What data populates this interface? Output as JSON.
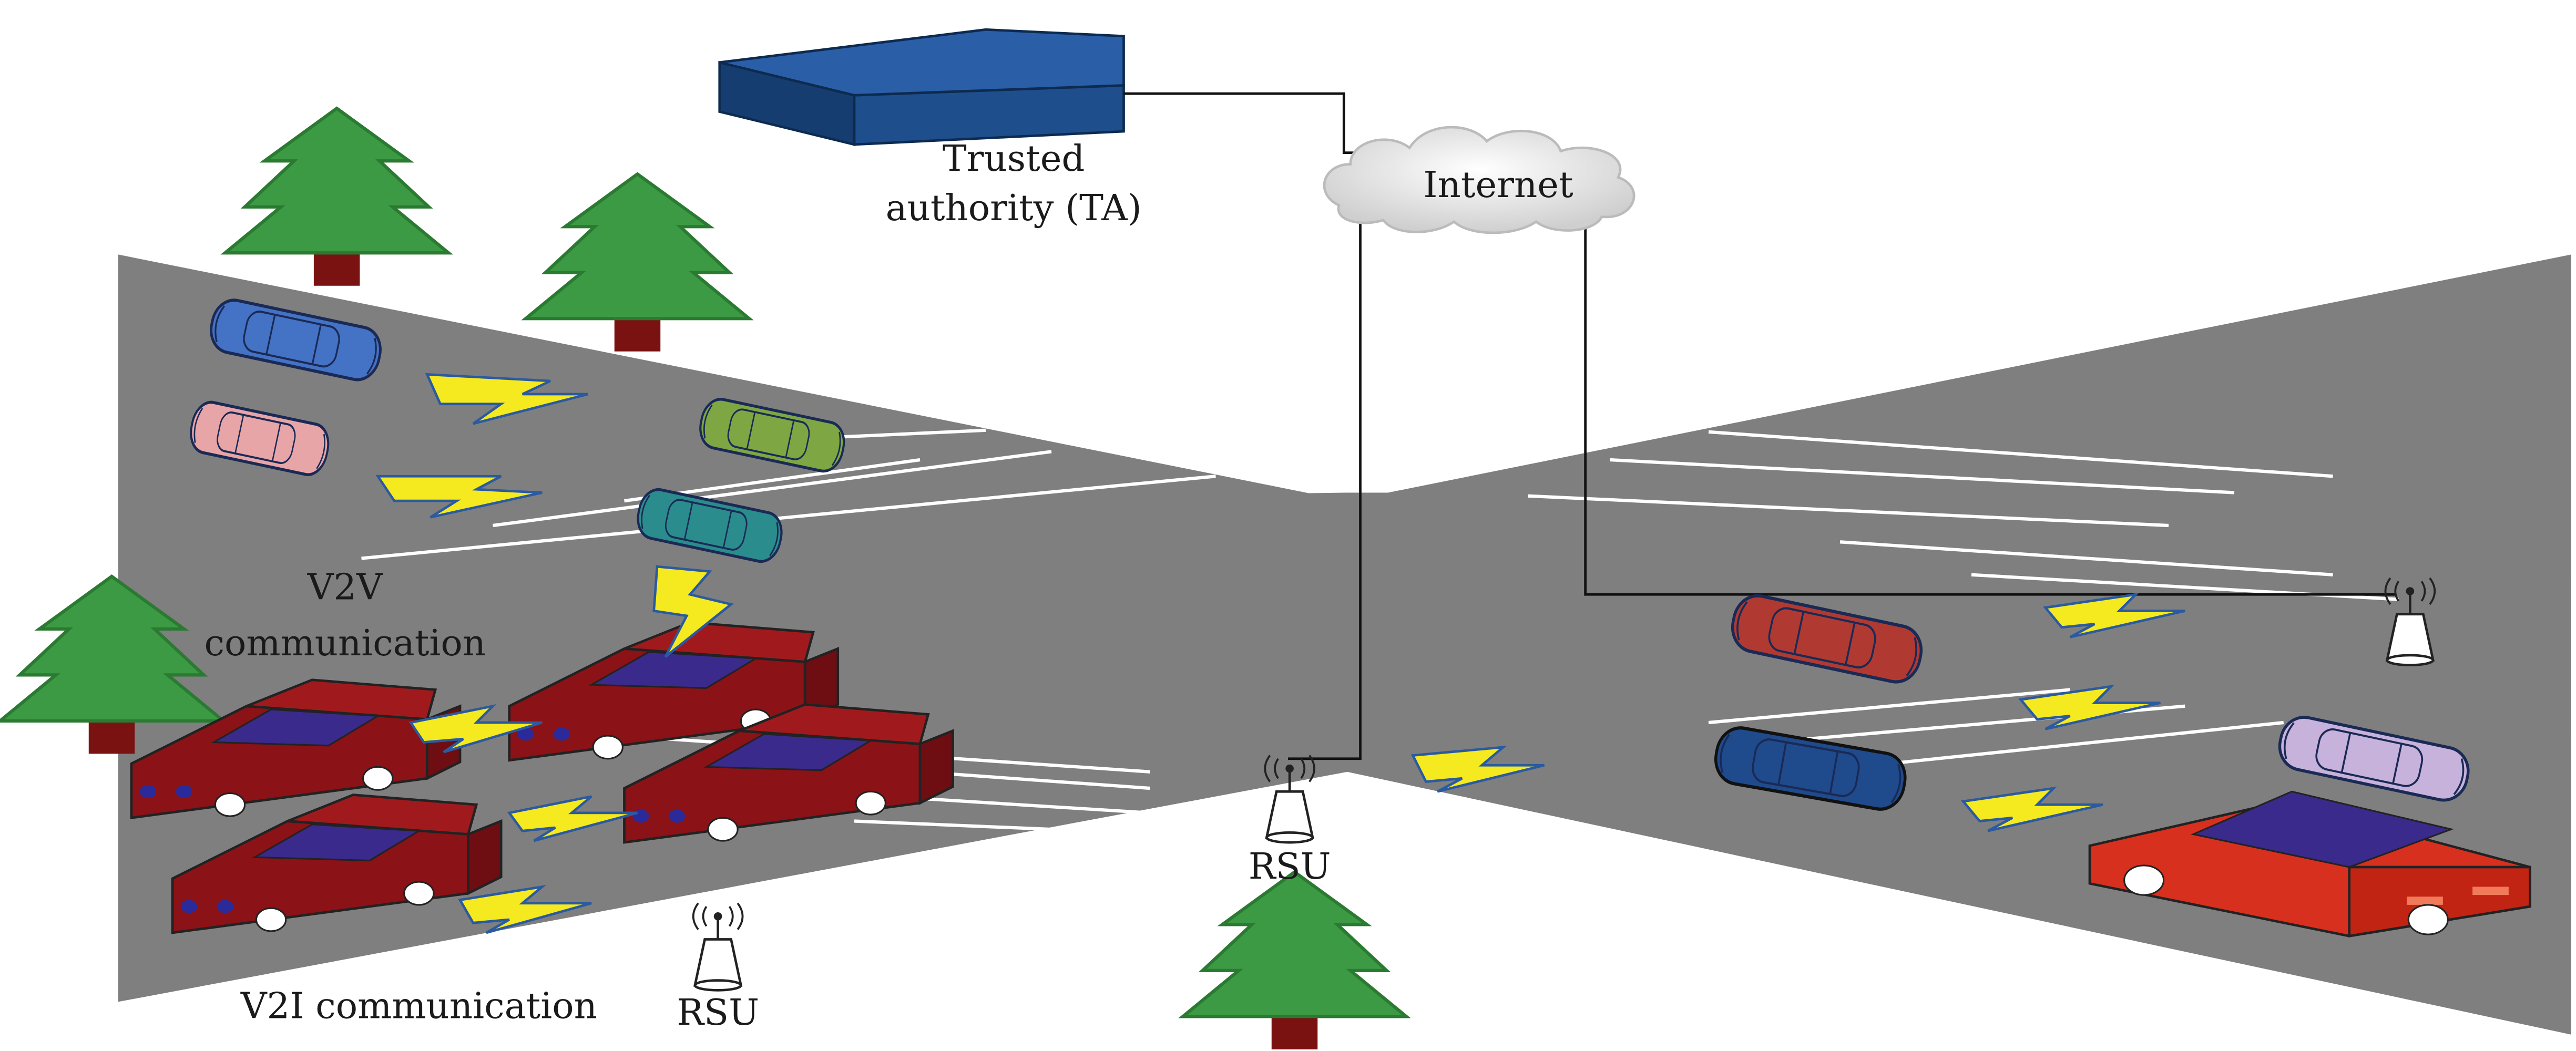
{
  "labels": {
    "ta_line1": "Trusted",
    "ta_line2": "authority (TA)",
    "internet": "Internet",
    "v2v_line1": "V2V",
    "v2v_line2": "communication",
    "v2i": "V2I communication",
    "rsu_center": "RSU",
    "rsu_left": "RSU"
  },
  "colors": {
    "road": "#7f7f7f",
    "lane_marking": "#ffffff",
    "server": "#1f4e8c",
    "tree_green": "#3d9a44",
    "tree_trunk": "#7a1212",
    "lightning": "#f5ea1f",
    "link_line": "#2a5aa0"
  }
}
